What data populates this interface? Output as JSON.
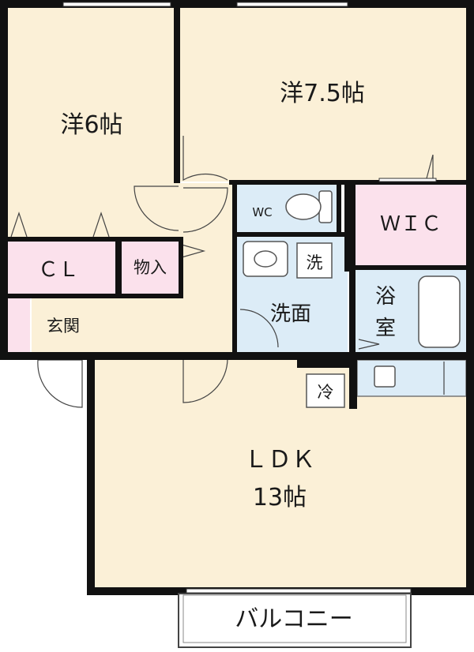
{
  "colors": {
    "room": "#fbf0d7",
    "wet": "#dcecf7",
    "storage": "#fbe1ec",
    "wall": "#111111"
  },
  "rooms": {
    "western_6": "洋6帖",
    "western_7_5": "洋7.5帖",
    "ldk_name": "ＬＤＫ",
    "ldk_size": "13帖",
    "closet": "ＣＬ",
    "walk_in_closet": "ＷＩＣ",
    "storage": "物入",
    "entrance": "玄関",
    "washroom": "洗面",
    "bath_1": "浴",
    "bath_2": "室",
    "toilet": "WC",
    "washer": "洗",
    "fridge": "冷",
    "balcony": "バルコニー"
  }
}
